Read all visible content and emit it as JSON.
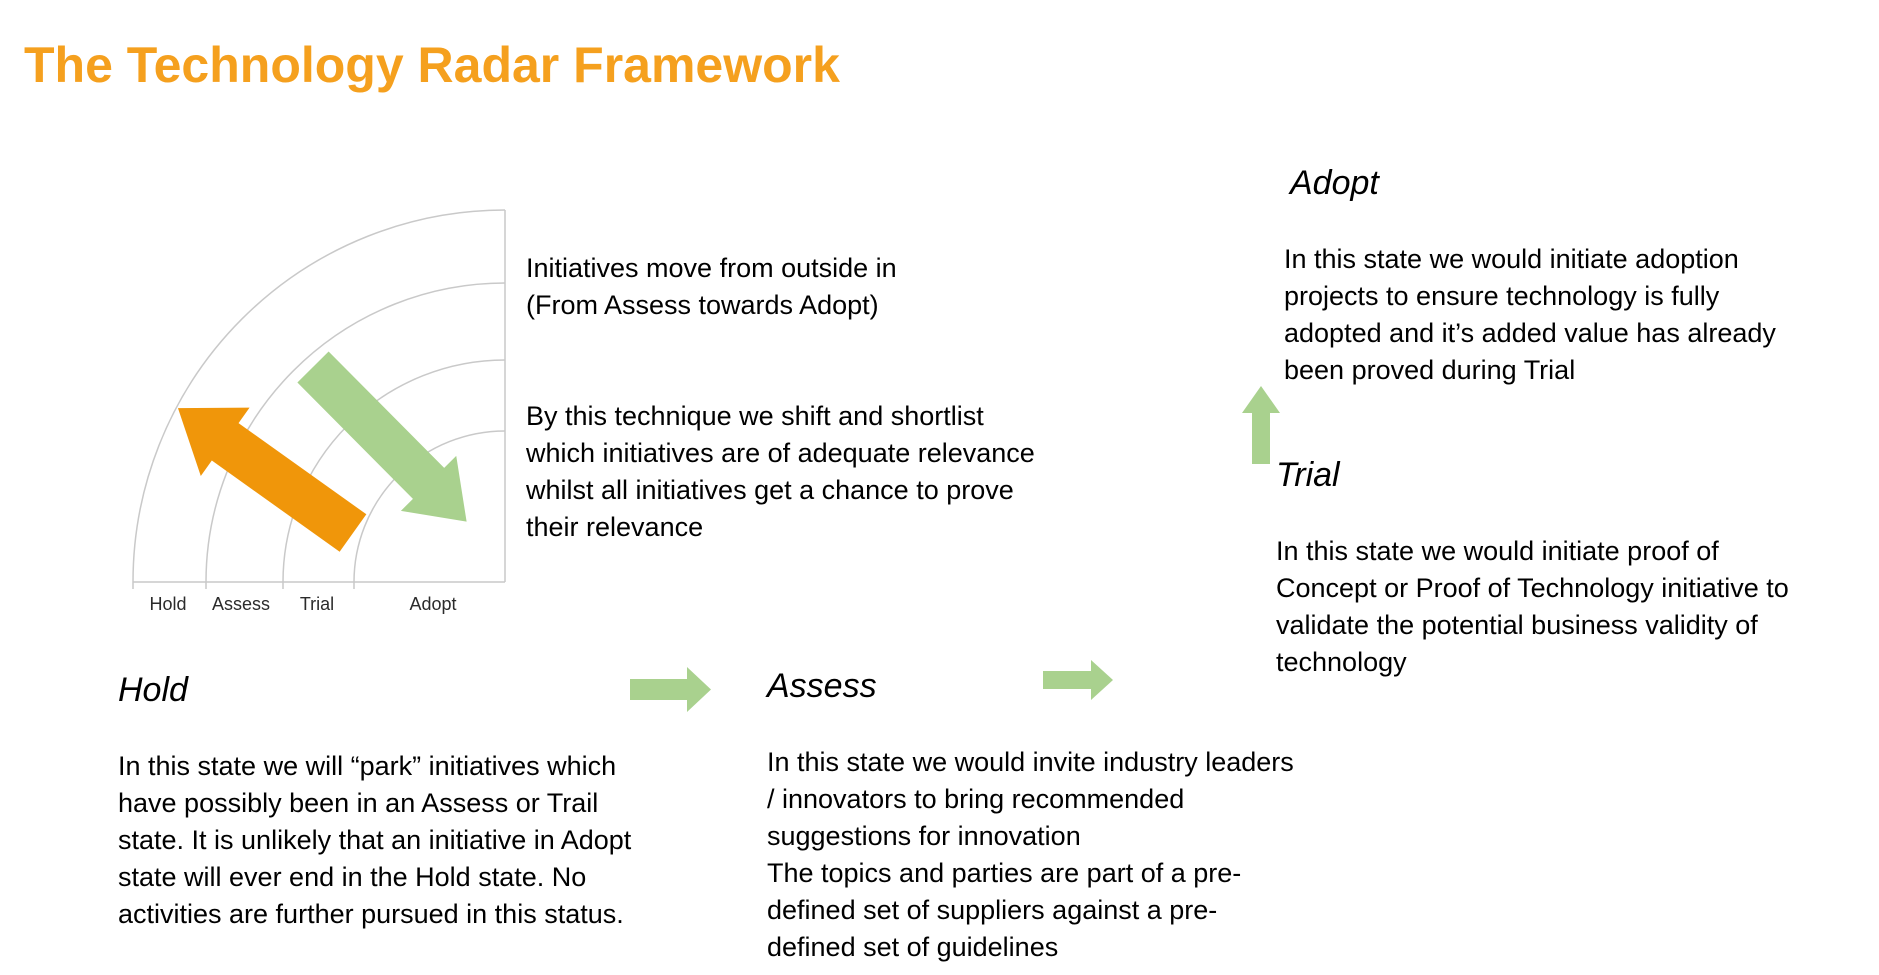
{
  "title": {
    "text": "The Technology Radar Framework",
    "color": "#F5A01E"
  },
  "radar": {
    "ring_labels": [
      "Hold",
      "Assess",
      "Trial",
      "Adopt"
    ],
    "arc_color": "#C9C9C9",
    "arrows": [
      {
        "name": "outward-arrow",
        "direction": "up-left",
        "color": "#F0960A"
      },
      {
        "name": "inward-arrow",
        "direction": "down-right",
        "color": "#A9D18E"
      }
    ]
  },
  "intro": {
    "paragraph1": "Initiatives move from outside in\n(From Assess towards Adopt)",
    "paragraph2": "By this technique we shift and shortlist\nwhich initiatives are of adequate relevance\nwhilst all initiatives get a chance to prove\ntheir relevance"
  },
  "sections": {
    "hold": {
      "heading": "Hold",
      "body": "In this state we will “park” initiatives which\nhave possibly been in an Assess or Trail\nstate. It is unlikely that an initiative in Adopt\nstate will ever end in the Hold state. No\nactivities are further pursued in this status."
    },
    "assess": {
      "heading": "Assess",
      "body": "In this state we would invite industry leaders\n/ innovators to bring recommended\nsuggestions for innovation\nThe topics and parties are part of a pre-\ndefined set of suppliers against a pre-\ndefined set of guidelines"
    },
    "trial": {
      "heading": "Trial",
      "body": "In this state we would initiate proof of\nConcept or Proof of Technology initiative to\nvalidate the potential business validity of\ntechnology"
    },
    "adopt": {
      "heading": "Adopt",
      "body": "In this state we would initiate adoption\nprojects to ensure technology is fully\nadopted and it’s added value has already\nbeen proved during Trial"
    }
  },
  "flow_arrows": {
    "hold_to_assess": "right-arrow",
    "assess_to_trial": "right-arrow",
    "trial_to_adopt": "up-arrow",
    "color": "#A9D18E"
  },
  "colors": {
    "accent_orange": "#F5A01E",
    "arrow_orange": "#F0960A",
    "accent_green": "#A9D18E",
    "arc_gray": "#C9C9C9",
    "text": "#000000",
    "background": "#FFFFFF"
  }
}
